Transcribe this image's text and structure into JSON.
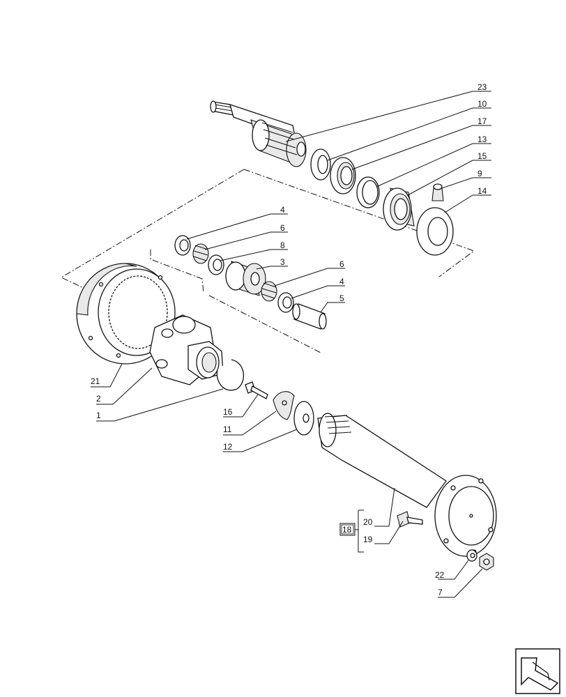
{
  "callouts": [
    {
      "id": "23",
      "text": "23"
    },
    {
      "id": "10",
      "text": "10"
    },
    {
      "id": "17",
      "text": "17"
    },
    {
      "id": "13",
      "text": "13"
    },
    {
      "id": "15",
      "text": "15"
    },
    {
      "id": "9",
      "text": "9"
    },
    {
      "id": "14",
      "text": "14"
    },
    {
      "id": "4a",
      "text": "4"
    },
    {
      "id": "6a",
      "text": "6"
    },
    {
      "id": "8",
      "text": "8"
    },
    {
      "id": "3",
      "text": "3"
    },
    {
      "id": "6b",
      "text": "6"
    },
    {
      "id": "4b",
      "text": "4"
    },
    {
      "id": "5",
      "text": "5"
    },
    {
      "id": "21",
      "text": "21"
    },
    {
      "id": "2",
      "text": "2"
    },
    {
      "id": "1",
      "text": "1"
    },
    {
      "id": "16",
      "text": "16"
    },
    {
      "id": "11",
      "text": "11"
    },
    {
      "id": "12",
      "text": "12"
    },
    {
      "id": "20",
      "text": "20"
    },
    {
      "id": "19",
      "text": "19"
    },
    {
      "id": "22",
      "text": "22"
    },
    {
      "id": "7",
      "text": "7"
    }
  ],
  "group_box": {
    "text": "18"
  },
  "nav_icon": "next-page-arrow-icon"
}
